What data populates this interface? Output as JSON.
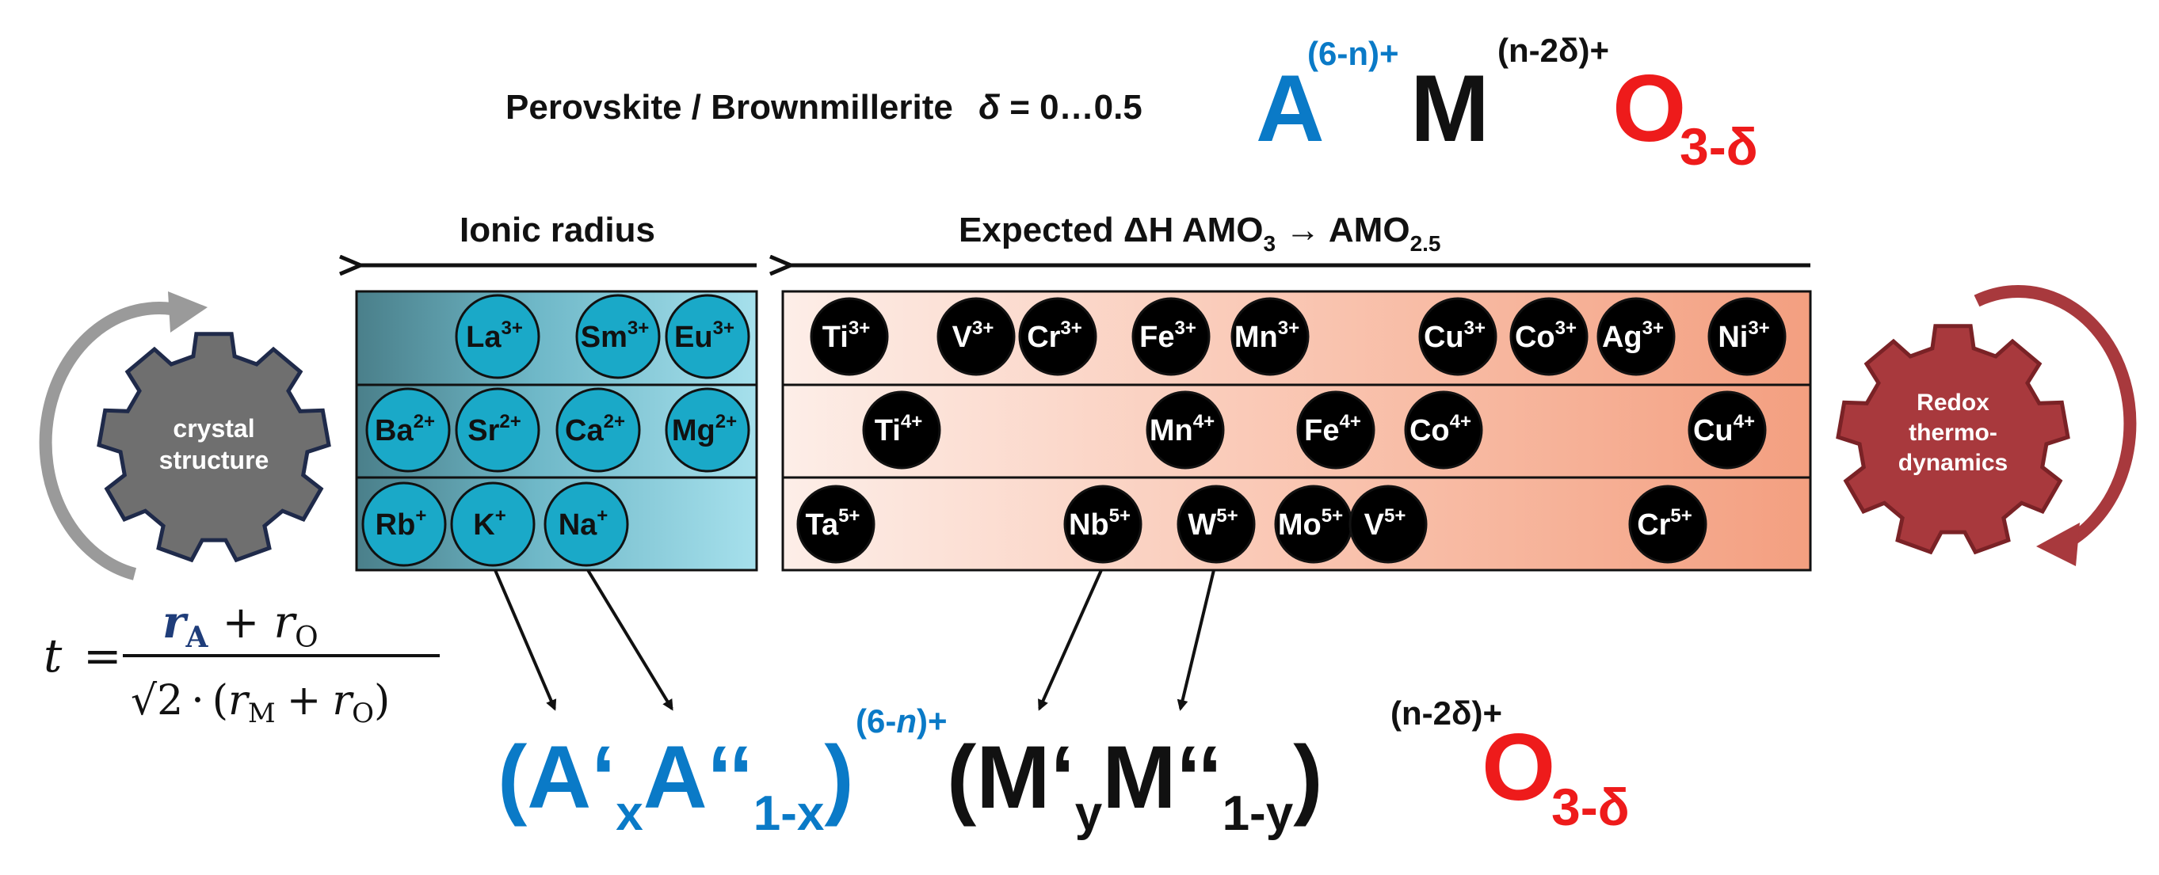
{
  "header": {
    "label_text": "Perovskite / Brownmillerite",
    "delta_symbol": "δ",
    "delta_range": " = 0…0.5",
    "formula_A": "A",
    "formula_A_charge": "(6-n)+",
    "formula_M": "M",
    "formula_M_charge": "(n-2δ)+",
    "formula_O": "O",
    "formula_O_sub": "3-δ"
  },
  "arrows": {
    "ionic_radius_label": "Ionic radius",
    "enthalpy_label_prefix": "Expected ΔH AMO",
    "enthalpy_sub1": "3",
    "enthalpy_arrow": " → AMO",
    "enthalpy_sub2": "2.5"
  },
  "gears": {
    "left_line1": "crystal",
    "left_line2": "structure",
    "right_line1": "Redox",
    "right_line2": "thermo-",
    "right_line3": "dynamics"
  },
  "tolerance": {
    "t": "t",
    "equals": "=",
    "numerator_rA": "r",
    "numerator_rA_sub": "A",
    "plus": "+",
    "numerator_rO": "r",
    "numerator_rO_sub": "O",
    "sqrt2": "√2",
    "dot": "·",
    "den_open": "(",
    "den_rM": "r",
    "den_rM_sub": "M",
    "den_plus": "+",
    "den_rO": "r",
    "den_rO_sub": "O",
    "den_close": ")"
  },
  "formula": {
    "open1": "(A‘",
    "x_sub": "x",
    "A2": "A‘‘",
    "one_minus_x": "1-x",
    "close1": ")",
    "charge1": "(6-",
    "charge1_n": "n",
    "charge1_end": ")+",
    "open2": "(M‘",
    "y_sub": "y",
    "M2": "M‘‘",
    "one_minus_y": "1-y",
    "close2": ")",
    "charge2": "(n-2δ)+",
    "O": "O",
    "O_sub": "3-δ"
  },
  "a_site_ions": [
    {
      "el": "La",
      "ch": "3+"
    },
    {
      "el": "Sm",
      "ch": "3+"
    },
    {
      "el": "Eu",
      "ch": "3+"
    },
    {
      "el": "Ba",
      "ch": "2+"
    },
    {
      "el": "Sr",
      "ch": "2+"
    },
    {
      "el": "Ca",
      "ch": "2+"
    },
    {
      "el": "Mg",
      "ch": "2+"
    },
    {
      "el": "Rb",
      "ch": "+"
    },
    {
      "el": "K",
      "ch": "+"
    },
    {
      "el": "Na",
      "ch": "+"
    }
  ],
  "m_site_ions": [
    {
      "el": "Ti",
      "ch": "3+"
    },
    {
      "el": "V",
      "ch": "3+"
    },
    {
      "el": "Cr",
      "ch": "3+"
    },
    {
      "el": "Fe",
      "ch": "3+"
    },
    {
      "el": "Mn",
      "ch": "3+"
    },
    {
      "el": "Cu",
      "ch": "3+"
    },
    {
      "el": "Co",
      "ch": "3+"
    },
    {
      "el": "Ag",
      "ch": "3+"
    },
    {
      "el": "Ni",
      "ch": "3+"
    },
    {
      "el": "Ti",
      "ch": "4+"
    },
    {
      "el": "Mn",
      "ch": "4+"
    },
    {
      "el": "Fe",
      "ch": "4+"
    },
    {
      "el": "Co",
      "ch": "4+"
    },
    {
      "el": "Cu",
      "ch": "4+"
    },
    {
      "el": "Ta",
      "ch": "5+"
    },
    {
      "el": "Nb",
      "ch": "5+"
    },
    {
      "el": "W",
      "ch": "5+"
    },
    {
      "el": "Mo",
      "ch": "5+"
    },
    {
      "el": "V",
      "ch": "5+"
    },
    {
      "el": "Cr",
      "ch": "5+"
    }
  ],
  "colors": {
    "a_site_blue": "#0a7ac7",
    "cation_fill": "#1aa9c8",
    "o_red": "#ee1b1b",
    "gear_gray": "#6f6f6f",
    "gear_red": "#a8393d",
    "arrow_gray": "#9a9a9a"
  }
}
